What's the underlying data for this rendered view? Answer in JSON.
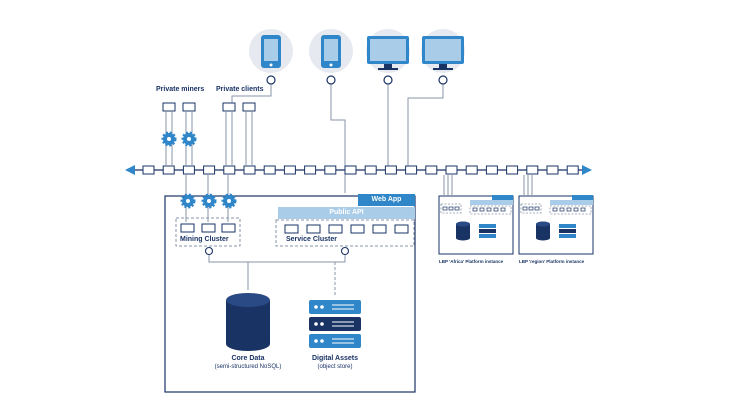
{
  "diagram": {
    "devices": [
      {
        "kind": "phone",
        "name": "phone-device-1"
      },
      {
        "kind": "phone",
        "name": "phone-device-2"
      },
      {
        "kind": "monitor",
        "name": "monitor-device-1"
      },
      {
        "kind": "monitor",
        "name": "monitor-device-2"
      }
    ],
    "labels": {
      "private_miners": "Private miners",
      "private_clients": "Private clients",
      "web_app": "Web App",
      "public_api": "Public API",
      "mining_cluster": "Mining Cluster",
      "service_cluster": "Service Cluster",
      "core_data": "Core Data",
      "core_data_sub": "(semi-structured NoSQL)",
      "digital_assets": "Digital Assets",
      "digital_assets_sub": "(object store)",
      "instance_africa": "LBP 'Africa' Platform instance",
      "instance_region": "LBP 'region' Platform instance"
    },
    "colors": {
      "navy": "#1a3365",
      "blue": "#2f86c8",
      "light_blue": "#a9cde9",
      "line": "#8a96a8"
    },
    "icons": [
      "gear-icon",
      "database-icon",
      "server-stack-icon",
      "arrow-left-icon",
      "arrow-right-icon"
    ]
  }
}
